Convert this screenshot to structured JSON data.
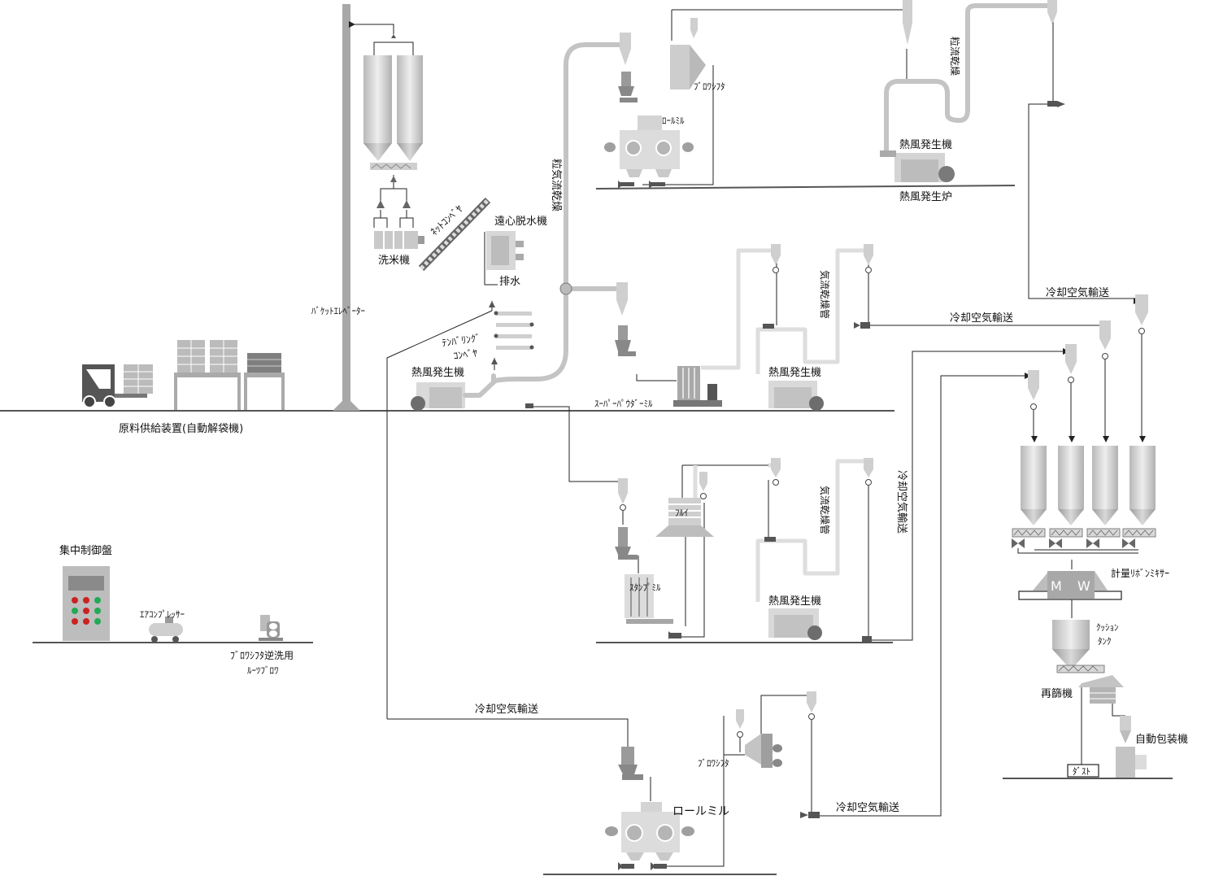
{
  "labels": {
    "net_conveyor": "ﾈｯﾄｺﾝﾍﾞﾔ",
    "centrifugal_dehydrator": "遠心脱水機",
    "rice_washer": "洗米機",
    "drain": "排水",
    "tempering_conveyor_1": "ﾃﾝﾊﾞﾘﾝｸﾞ",
    "tempering_conveyor_2": "ｺﾝﾍﾞﾔ",
    "bucket_elevator": "ﾊﾞｹｯﾄｴﾚﾍﾞｰﾀｰ",
    "hot_air_gen_1": "熱風発生機",
    "super_powder_mill": "ｽｰﾊﾟｰﾊﾟｳﾀﾞｰﾐﾙ",
    "raw_material_feeder": "原料供給装置(自動解袋機)",
    "pneumatic_drying_top": "粒気流乾燥",
    "roll_mill_top": "ﾛｰﾙﾐﾙ",
    "blower_sifter_top": "ﾌﾞﾛﾜｼﾌﾀ",
    "granular_flow_drying": "粒流乾燥",
    "hot_air_gen_top": "熱風発生機",
    "hot_air_furnace": "熱風発生炉",
    "cooling_air_1": "冷却空気輸送",
    "cooling_air_2": "冷却空気輸送",
    "air_drying_pipe_1": "気流乾燥管",
    "hot_air_gen_2": "熱風発生機",
    "sieve": "ﾌﾙｲ",
    "air_drying_pipe_2": "気流乾燥管",
    "cooling_air_vertical": "冷却空気輸送",
    "stamp_mill": "ｽﾀﾝﾌﾟﾐﾙ",
    "hot_air_gen_3": "熱風発生機",
    "central_control": "集中制御盤",
    "air_compressor": "ｴｱｺﾝﾌﾟﾚｯｻｰ",
    "roots_blower_1": "ﾌﾞﾛﾜｼﾌﾀ逆洗用",
    "roots_blower_2": "ﾙｰﾂﾌﾞﾛﾜ",
    "cooling_air_bottom": "冷却空気輸送",
    "blower_sifter_bottom": "ﾌﾞﾛﾜｼﾌﾀ",
    "roll_mill_bottom": "ロールミル",
    "cooling_air_bottom_right": "冷却空気輸送",
    "ribbon_mixer": "計量ﾘﾎﾞﾝﾐｷｻｰ",
    "mixer_m": "M",
    "mixer_w": "W",
    "cushion_tank_1": "ｸｯｼｮﾝ",
    "cushion_tank_2": "ﾀﾝｸ",
    "re_sieve": "再篩機",
    "auto_packer": "自動包装機",
    "dust": "ﾀﾞｽﾄ"
  },
  "colors": {
    "equipment_light": "#e2e2e2",
    "equipment_mid": "#bdbdbd",
    "equipment_dark": "#8f8f8f",
    "pipe": "#c4c4c4",
    "line": "#222222",
    "panel_red_led": "#cc2222",
    "panel_green_led": "#22aa55"
  }
}
